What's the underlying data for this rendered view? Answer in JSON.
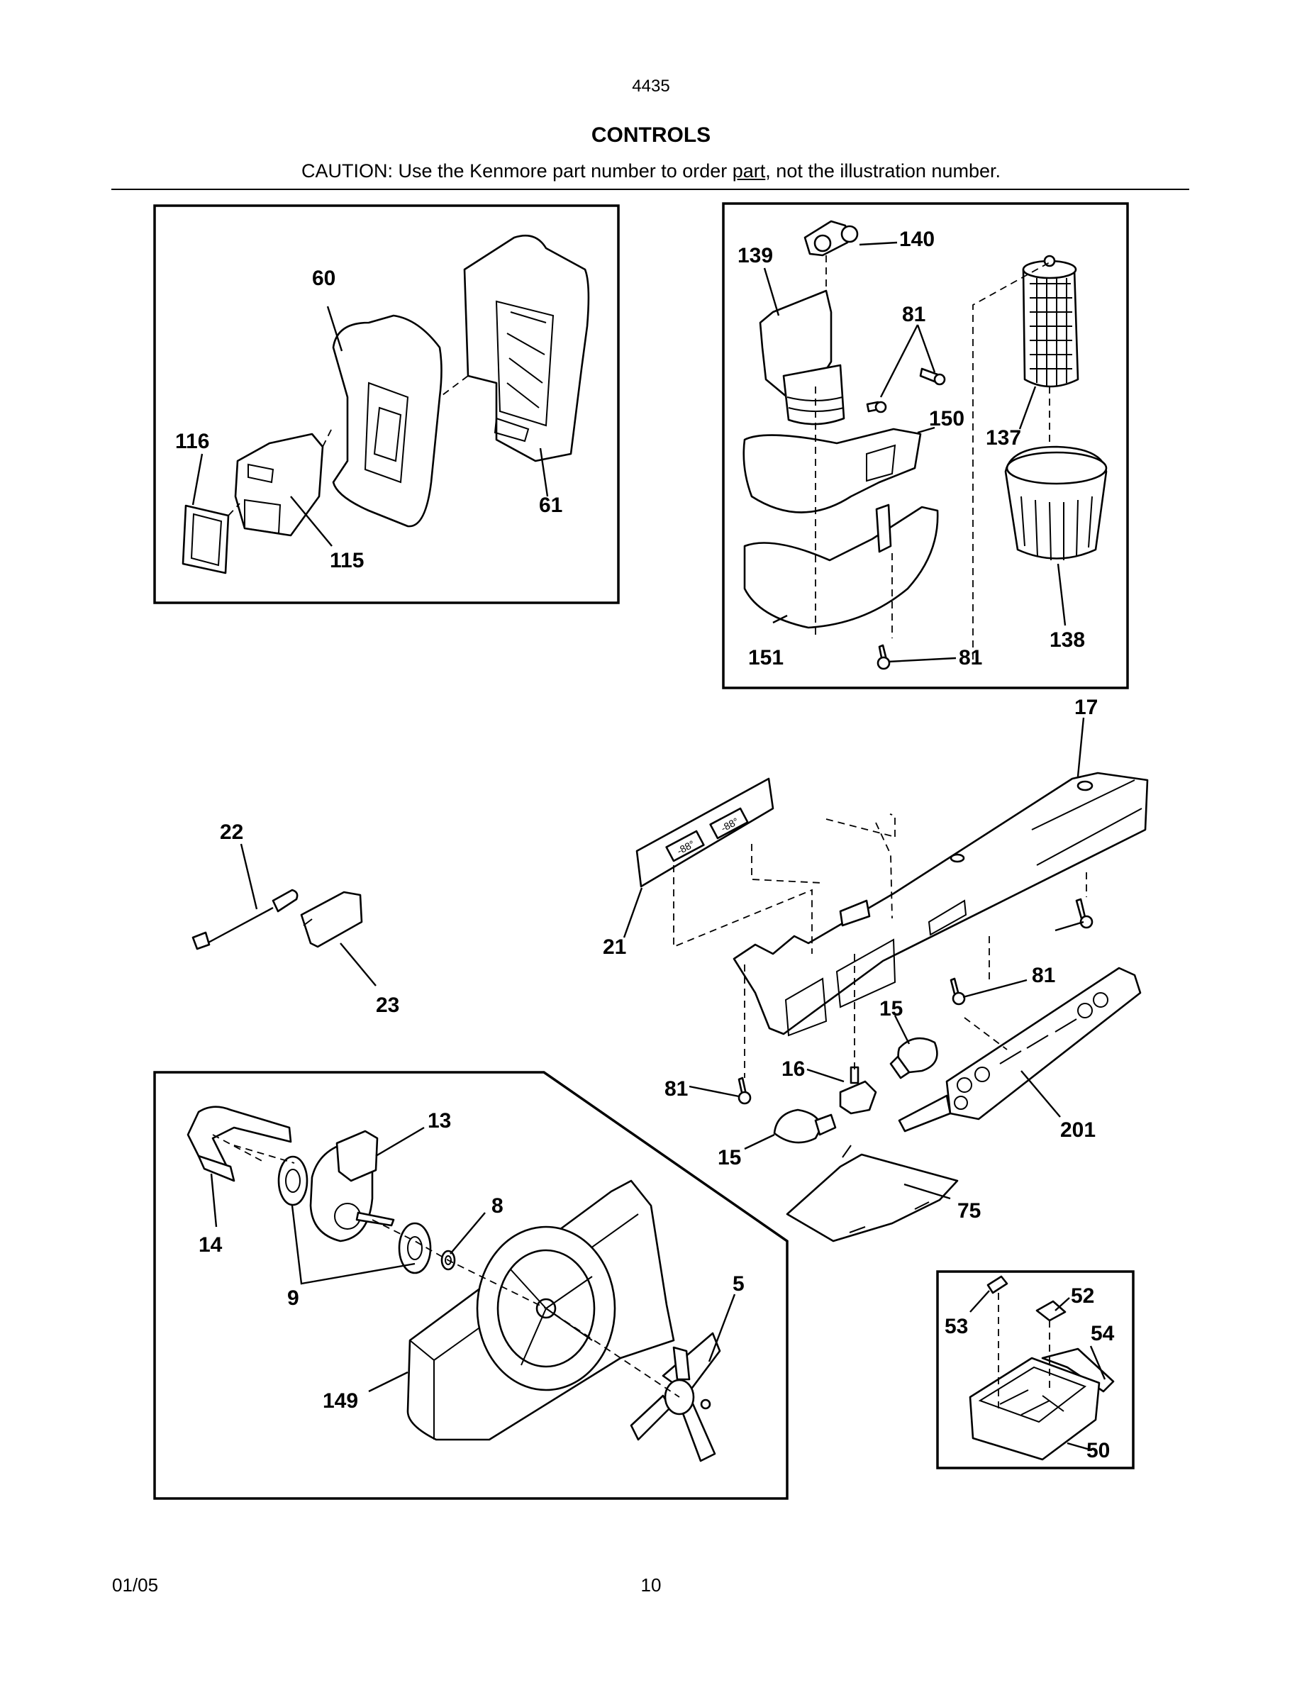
{
  "header": {
    "model_number": "4435",
    "section_title": "CONTROLS",
    "caution_prefix": "CAUTION: Use the Kenmore part number to order ",
    "caution_underlined": "part",
    "caution_suffix": ", not the illustration number."
  },
  "footer": {
    "date": "01/05",
    "page_number": "10"
  },
  "callouts": {
    "c60": "60",
    "c61": "61",
    "c116": "116",
    "c115": "115",
    "c139": "139",
    "c140": "140",
    "c81a": "81",
    "c150": "150",
    "c137": "137",
    "c151": "151",
    "c81b": "81",
    "c138": "138",
    "c17": "17",
    "c22": "22",
    "c23": "23",
    "c21": "21",
    "c81c": "81",
    "c15a": "15",
    "c81d": "81",
    "c16": "16",
    "c15b": "15",
    "c201": "201",
    "c75": "75",
    "c13": "13",
    "c8": "8",
    "c14": "14",
    "c9": "9",
    "c5": "5",
    "c149": "149",
    "c52": "52",
    "c53": "53",
    "c54": "54",
    "c50": "50"
  },
  "display_readouts": {
    "left": "-88°",
    "right": "-88°"
  }
}
